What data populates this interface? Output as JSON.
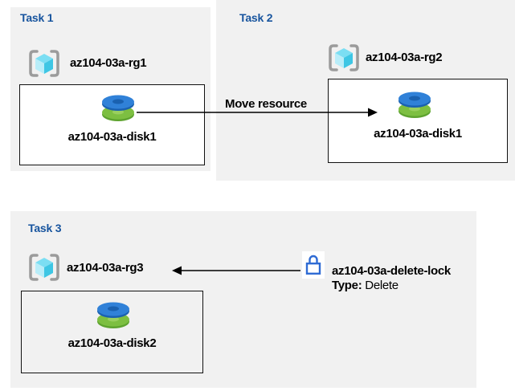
{
  "diagram": {
    "tasks": [
      {
        "title": "Task 1",
        "resource_group": "az104-03a-rg1",
        "resource": "az104-03a-disk1"
      },
      {
        "title": "Task 2",
        "resource_group": "az104-03a-rg2",
        "resource": "az104-03a-disk1"
      },
      {
        "title": "Task 3",
        "resource_group": "az104-03a-rg3",
        "resource": "az104-03a-disk2"
      }
    ],
    "move_arrow": {
      "label": "Move resource"
    },
    "lock": {
      "name": "az104-03a-delete-lock",
      "type_label": "Type:",
      "type_value": "Delete"
    },
    "icons": {
      "resource_group": "resource-group-icon",
      "disk": "disk-icon",
      "lock": "lock-icon"
    },
    "colors": {
      "panel_background": "#f1f1f1",
      "task_title": "#17549e",
      "text": "#000000",
      "arrow": "#000000",
      "lock_blue": "#2f6bd4",
      "disk_blue_top": "#3081d8",
      "disk_blue_side": "#1a61b0",
      "disk_green_top": "#7dbf41",
      "disk_green_side": "#5ea32f",
      "cube_top": "#7bdef3",
      "cube_left": "#b8edf9",
      "cube_right": "#3ec6e4",
      "bracket_gray": "#9b9b9b"
    }
  }
}
